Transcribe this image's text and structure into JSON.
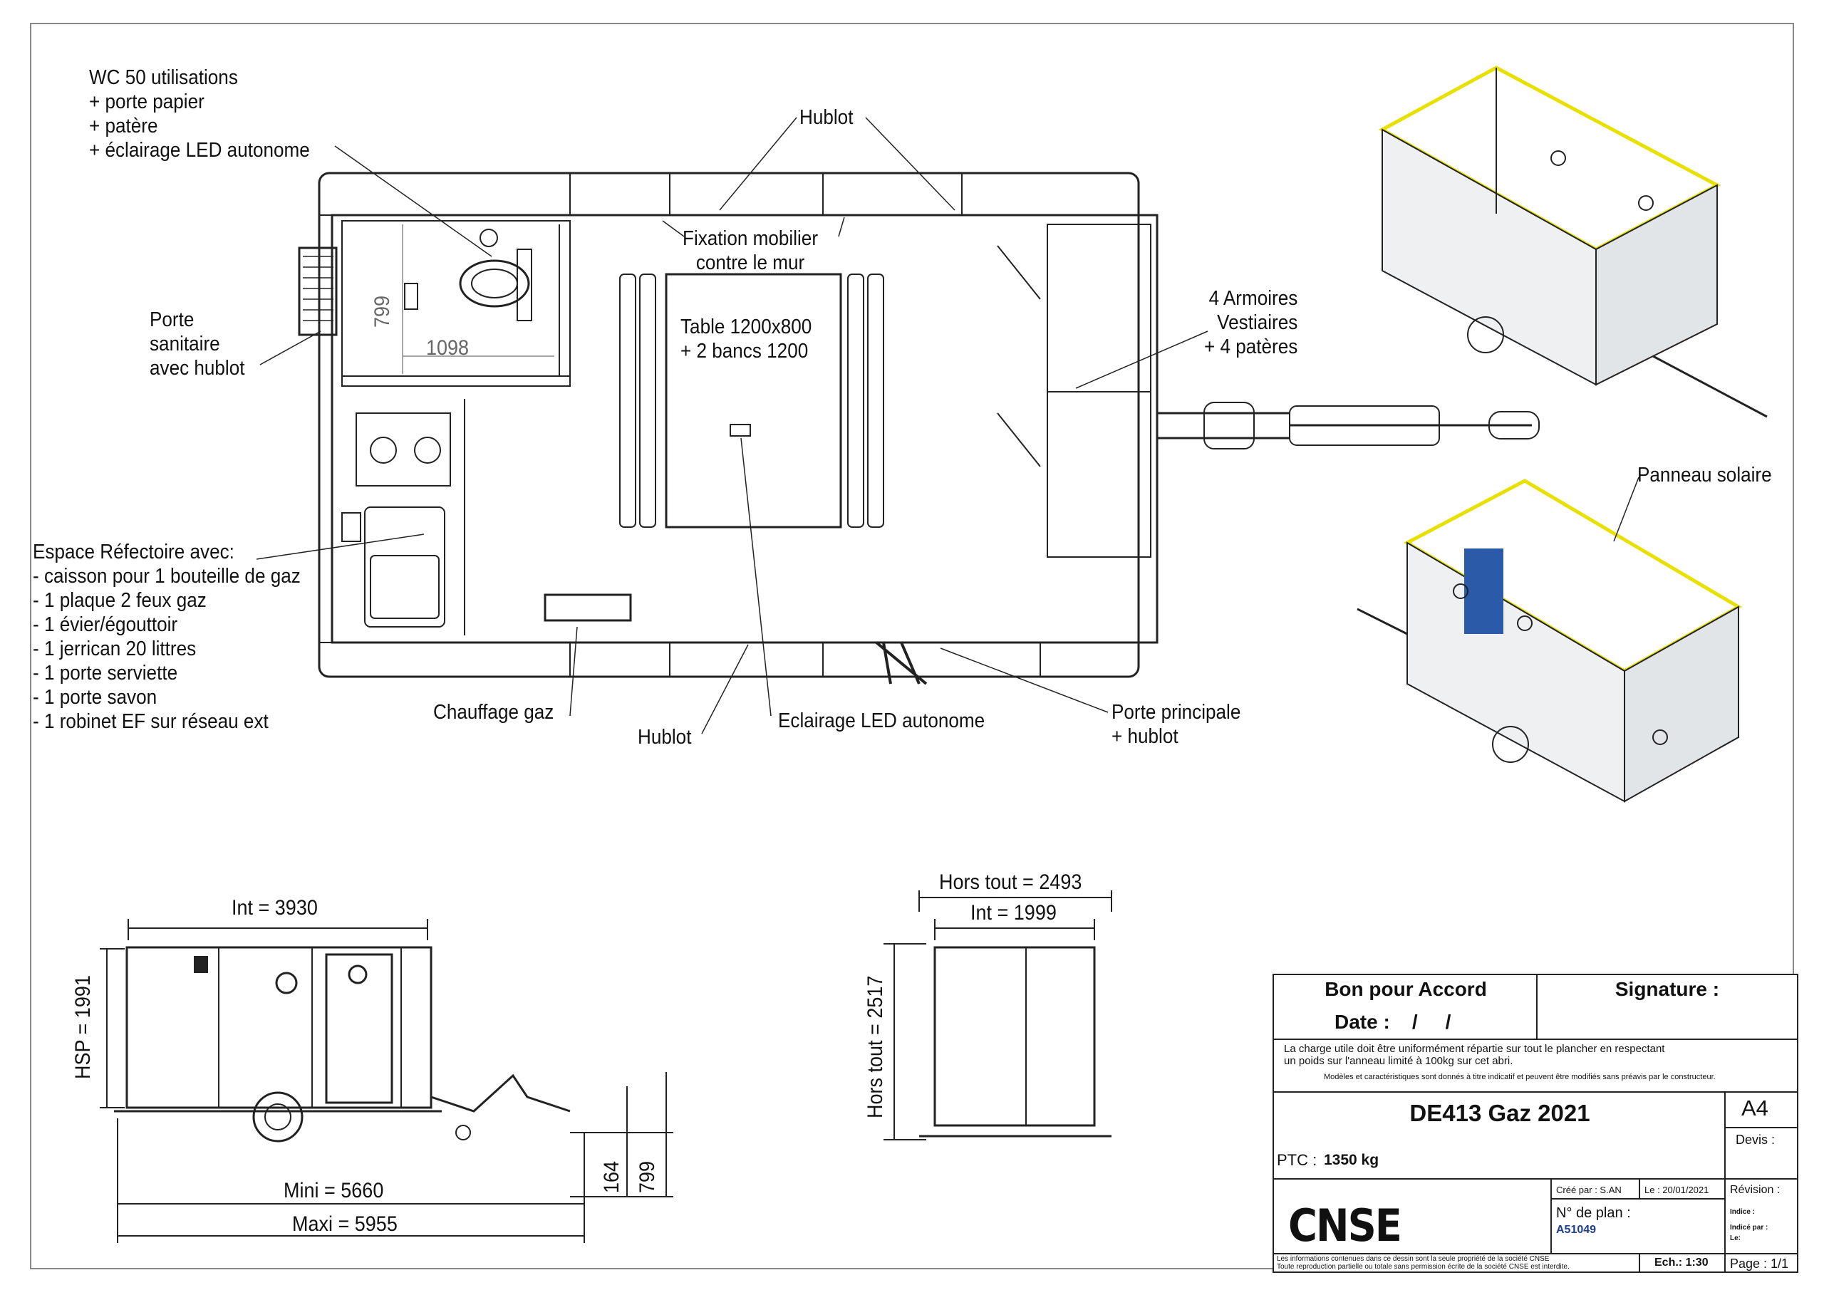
{
  "callouts": {
    "wc": "WC 50 utilisations\n+ porte papier\n+ patère\n+ éclairage LED autonome",
    "hublot_top": "Hublot",
    "fixation": "Fixation mobilier\ncontre le mur",
    "porte_sanitaire": "Porte\nsanitaire\navec hublot",
    "table": "Table 1200x800\n+ 2 bancs 1200",
    "armoires": "4 Armoires\nVestiaires\n+ 4 patères",
    "refectoire": "Espace Réfectoire avec:\n- caisson pour 1 bouteille de gaz\n- 1 plaque 2 feux gaz\n- 1 évier/égouttoir\n- 1 jerrican 20 littres\n- 1 porte serviette\n- 1 porte savon\n- 1 robinet EF sur réseau ext",
    "chauffage": "Chauffage gaz",
    "hublot_bottom": "Hublot",
    "eclairage": "Eclairage LED autonome",
    "porte_principale": "Porte principale\n+ hublot",
    "panneau": "Panneau solaire"
  },
  "dimensions": {
    "plan_v": "799",
    "plan_h": "1098",
    "int_length": "Int = 3930",
    "hsp": "HSP = 1991",
    "mini": "Mini = 5660",
    "maxi": "Maxi = 5955",
    "d164": "164",
    "d799": "799",
    "hors_tout_w": "Hors tout = 2493",
    "int_w": "Int = 1999",
    "hors_tout_h": "Hors tout = 2517"
  },
  "title_block": {
    "bon_pour_accord": "Bon pour Accord",
    "signature": "Signature :",
    "date": "Date :    /     /",
    "note1": "La charge utile doit être uniformément répartie sur tout le plancher en respectant",
    "note2": "un poids sur l'anneau limité à 100kg sur cet abri.",
    "note3": "Modèles et caractéristiques sont donnés à titre indicatif et peuvent être modifiés sans préavis par le constructeur.",
    "model": "DE413 Gaz 2021",
    "format": "A4",
    "devis": "Devis :",
    "ptc_label": "PTC :",
    "ptc_value": "1350 kg",
    "cree_par": "Créé par : S.AN",
    "le": "Le : 20/01/2021",
    "revision": "Révision :",
    "no_plan_label": "N° de plan :",
    "no_plan": "A51049",
    "indice": "Indice :",
    "indice_par": "Indicé par :",
    "le2": "Le:",
    "company": "CNSE",
    "legal1": "Les informations contenues dans ce dessin sont la seule propriété de la société CNSE",
    "legal2": "Toute reproduction partielle ou totale sans permission écrite de la société CNSE est interdite.",
    "echelle": "Ech.: 1:30",
    "page": "Page : 1/1"
  },
  "colors": {
    "accent_yellow": "#e8e000",
    "plan_number_blue": "#1f3e8c",
    "line": "#222222"
  }
}
